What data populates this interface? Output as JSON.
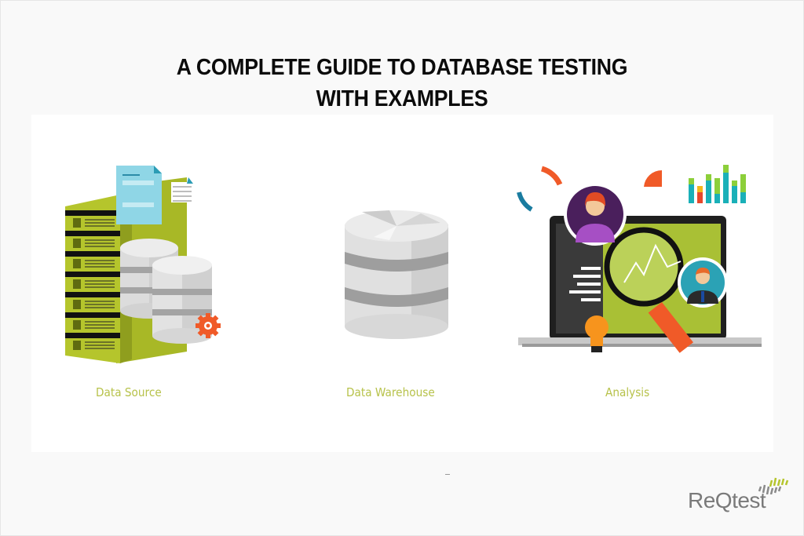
{
  "title": {
    "line1": "A COMPLETE GUIDE TO DATABASE TESTING",
    "line2": "WITH EXAMPLES"
  },
  "stages": [
    {
      "label": "Data Source",
      "icon": "server-database-icon"
    },
    {
      "label": "Data Warehouse",
      "icon": "database-icon"
    },
    {
      "label": "Analysis",
      "icon": "laptop-analysis-icon"
    }
  ],
  "brand": {
    "name": "ReQtest"
  },
  "colors": {
    "accent_green": "#b5c52c",
    "label_green": "#b7c24a",
    "orange": "#f05a28",
    "teal": "#1ab0b8",
    "purple": "#5a2a6a",
    "dark": "#222222"
  }
}
